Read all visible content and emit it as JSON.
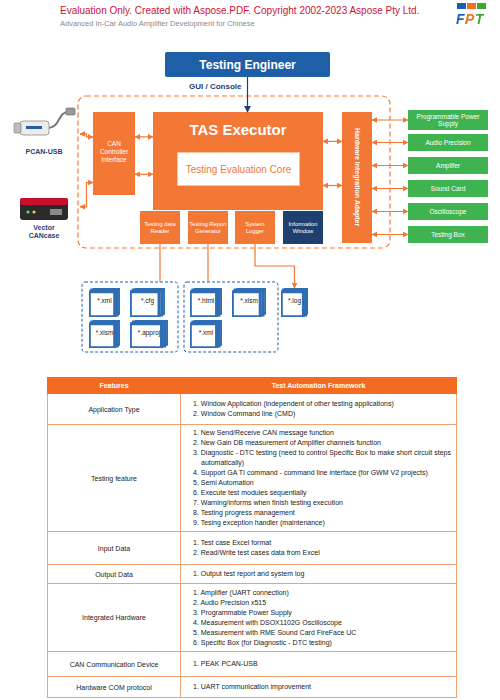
{
  "diagram": {
    "nodes": [
      {
        "text": [
          "Testing Engineer"
        ]
      },
      {
        "text": [
          "PCAN-USB"
        ]
      },
      {
        "text": [
          "Vector CANcase"
        ]
      },
      {
        "text": [
          "CAN Controller Interface"
        ]
      },
      {
        "text": [
          "TAS Executor"
        ]
      },
      {
        "text": [
          "Testing Evaluation Core"
        ],
        "in": 4
      },
      {
        "text": [
          "Testing data Reader"
        ]
      },
      {
        "text": [
          "Testing Report Generator"
        ]
      },
      {
        "text": [
          "System Logger"
        ]
      },
      {
        "text": [
          "Information Window"
        ]
      },
      {
        "text": [
          "Hardware Integration Adapter"
        ]
      },
      {
        "text": [
          "Programmable Power Supply"
        ]
      },
      {
        "text": [
          "Audio Precision"
        ]
      },
      {
        "text": [
          "Amplifer"
        ]
      },
      {
        "text": [
          "Sound Card"
        ]
      },
      {
        "text": [
          "Oscilloscope"
        ]
      },
      {
        "text": [
          "Testing Box"
        ]
      },
      {
        "text": [
          "*.xml"
        ]
      },
      {
        "text": [
          "*.cfg"
        ]
      },
      {
        "text": [
          "*.xlsm"
        ]
      },
      {
        "text": [
          "*.approj"
        ]
      },
      {
        "text": [
          "*.html"
        ]
      },
      {
        "text": [
          "*.xlsm"
        ]
      },
      {
        "text": [
          "*.xml"
        ]
      },
      {
        "text": [
          "*.log"
        ]
      }
    ],
    "edges": [
      {
        "from": 0,
        "to": 4,
        "label": "GUI / Console",
        "arrow": "to"
      },
      {
        "from": 1,
        "to": 3,
        "arrow": "both"
      },
      {
        "from": 2,
        "to": 3,
        "arrow": "both"
      },
      {
        "from": 3,
        "to": 4,
        "arrow": "both"
      },
      {
        "from": 3,
        "to": 4,
        "arrow": "both"
      },
      {
        "from": 4,
        "to": 10,
        "arrow": "both"
      },
      {
        "from": 4,
        "to": 10,
        "arrow": "both"
      },
      {
        "from": 10,
        "to": 11,
        "arrow": "both"
      },
      {
        "from": 10,
        "to": 12,
        "arrow": "both"
      },
      {
        "from": 10,
        "to": 13,
        "arrow": "both"
      },
      {
        "from": 10,
        "to": 14,
        "arrow": "both"
      },
      {
        "from": 10,
        "to": 15,
        "arrow": "both"
      },
      {
        "from": 10,
        "to": 16,
        "arrow": "both"
      },
      {
        "from": 8,
        "to": 24,
        "arrow": "to"
      }
    ],
    "labels": [
      "Evaluation Only. Created with Aspose.PDF. Copyright 2002-2023 Aspose Pty Ltd.",
      "Advanced In-Car Audio Amplifier Development for Chinese",
      "FPT",
      "Features",
      "Test Automation Framework",
      "Application Type",
      "1. Window Application (independent of other testing applications)",
      "2. Window Command line (CMD)",
      "Testing feature",
      "1. New Send/Receive CAN message function",
      "2. New Gain DB measurement of Amplifier channels function",
      "3. Diagnostic - DTC testing (need to control Specific Box to make short circuit steps automatically)",
      "4. Support GA TI command - command line interface (for GWM V2 projects)",
      "5. Semi Automation",
      "6. Execute test modules sequentially",
      "7. Warning/informs when finish testing execution",
      "8. Testing progress management",
      "9. Tesing exception handler (maintenance)",
      "Input Data",
      "1. Test case Excel format",
      "2. Read/Write test cases data from Excel",
      "Output Data",
      "1. Output test report and system log",
      "Integrated Hardware",
      "1. Amplifier (UART connection)",
      "2. Audio Precision x515",
      "3. Programmable Power Supply",
      "4. Measurement with DSOX1102G Oscilloscope",
      "5. Measurement with RME Sound Card FireFace UC",
      "6. Specific Box (for Diagnostic - DTC testing)",
      "CAN Communication Device",
      "1. PEAK PCAN-USB",
      "Hardware COM protocol",
      "1. UART communication improvement"
    ]
  }
}
